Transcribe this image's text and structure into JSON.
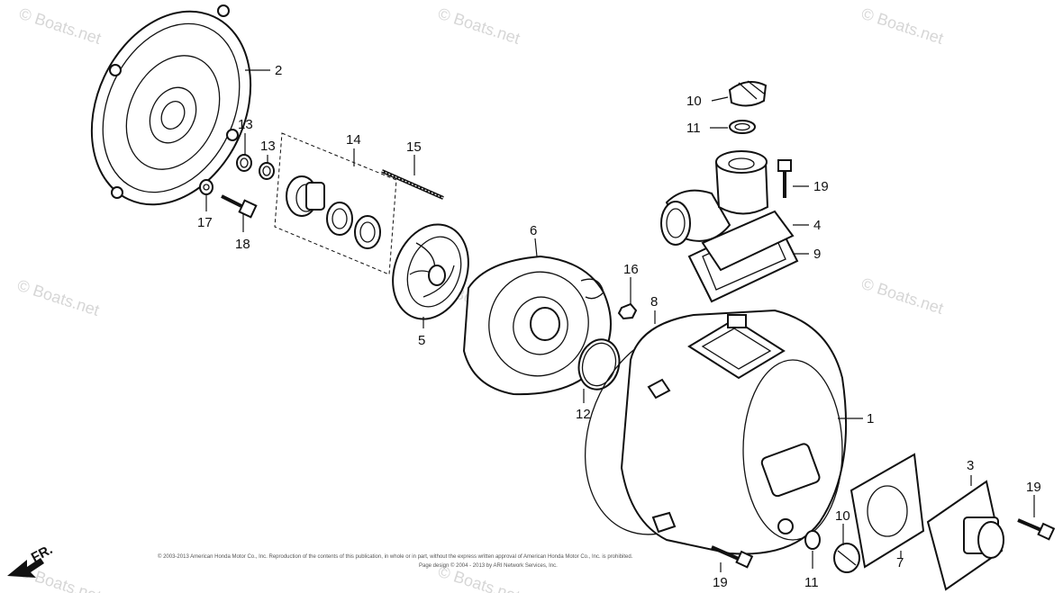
{
  "watermark": "© Boats.net",
  "copyright": {
    "line1": "© 2003-2013 American Honda Motor Co., Inc. Reproduction of the contents of this publication, in whole or in part, without the express written approval of American Honda Motor Co., Inc. is prohibited.",
    "line2": "Page design © 2004 - 2013 by ARI Network Services, Inc."
  },
  "direction_label": "FR.",
  "callouts": [
    "1",
    "2",
    "3",
    "4",
    "5",
    "6",
    "7",
    "8",
    "9",
    "10",
    "10",
    "11",
    "11",
    "12",
    "13",
    "13",
    "14",
    "15",
    "16",
    "17",
    "18",
    "19",
    "19",
    "19"
  ]
}
